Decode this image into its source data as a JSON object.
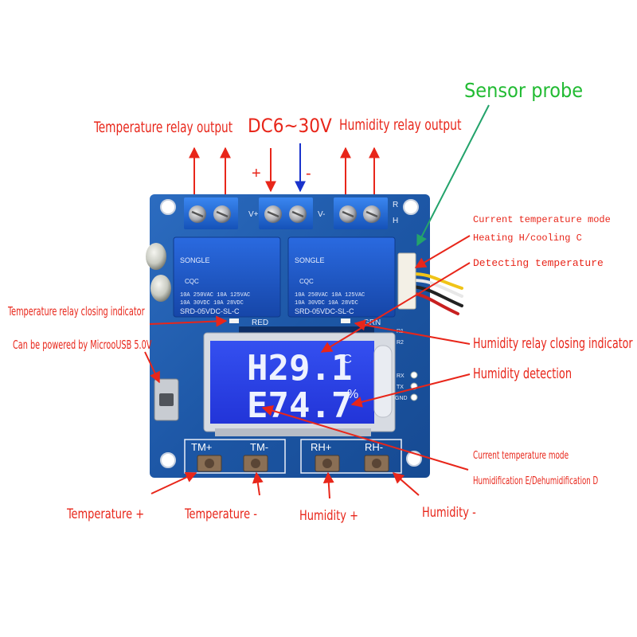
{
  "labels": {
    "sensor_probe": "Sensor probe",
    "temp_relay_output": "Temperature relay output",
    "power_input": "DC6~30V",
    "humidity_relay_output": "Humidity relay output",
    "plus": "+",
    "minus": "-",
    "current_temp_mode": "Current temperature mode",
    "heating_cooling": "Heating H/cooling C",
    "detecting_temperature": "Detecting temperature",
    "temp_relay_indicator": "Temperature relay closing indicator",
    "usb_power": "Can be powered by MicrooUSB 5.0V",
    "humidity_relay_indicator": "Humidity relay closing indicator",
    "humidity_detection": "Humidity detection",
    "current_temp_mode_2": "Current temperature mode",
    "humidification_mode": "Humidification E/Dehumidification D",
    "temperature_plus": "Temperature +",
    "temperature_minus": "Temperature -",
    "humidity_plus": "Humidity +",
    "humidity_minus": "Humidity -"
  },
  "board": {
    "lcd_line1": "H29.1",
    "lcd_unit1": "°C",
    "lcd_line2": "E74.7",
    "lcd_unit2": "%",
    "btn_tm_plus": "TM+",
    "btn_tm_minus": "TM-",
    "btn_rh_plus": "RH+",
    "btn_rh_minus": "RH-",
    "silk_v_plus": "V+",
    "silk_v_minus": "V-",
    "silk_r": "R",
    "silk_h": "H",
    "silk_red": "RED",
    "silk_grn": "GRN",
    "silk_rx": "RX",
    "silk_tx": "TX",
    "silk_gnd": "GND",
    "silk_r1": "R1",
    "silk_r2": "R2",
    "relay_brand": "SONGLE",
    "relay_rating1": "10A 250VAC   10A 125VAC",
    "relay_rating2": "10A  30VDC   10A  28VDC",
    "relay_model": "SRD-05VDC-SL-C",
    "relay_cert": "CQC"
  },
  "colors": {
    "annotation": "#e8261a",
    "sensor_label": "#22bb33",
    "sensor_arrow": "#23a36b",
    "power_minus_arrow": "#1a33cc",
    "pcb": "#1f5aa8",
    "lcd": "#2a3ee6",
    "terminal": "#1e6ad0",
    "relay": "#1d58c4"
  },
  "icons": [
    "arrow-icon",
    "screw-terminal-icon",
    "relay-icon",
    "lcd-display-icon",
    "tactile-button-icon",
    "capacitor-icon",
    "micro-usb-icon"
  ]
}
